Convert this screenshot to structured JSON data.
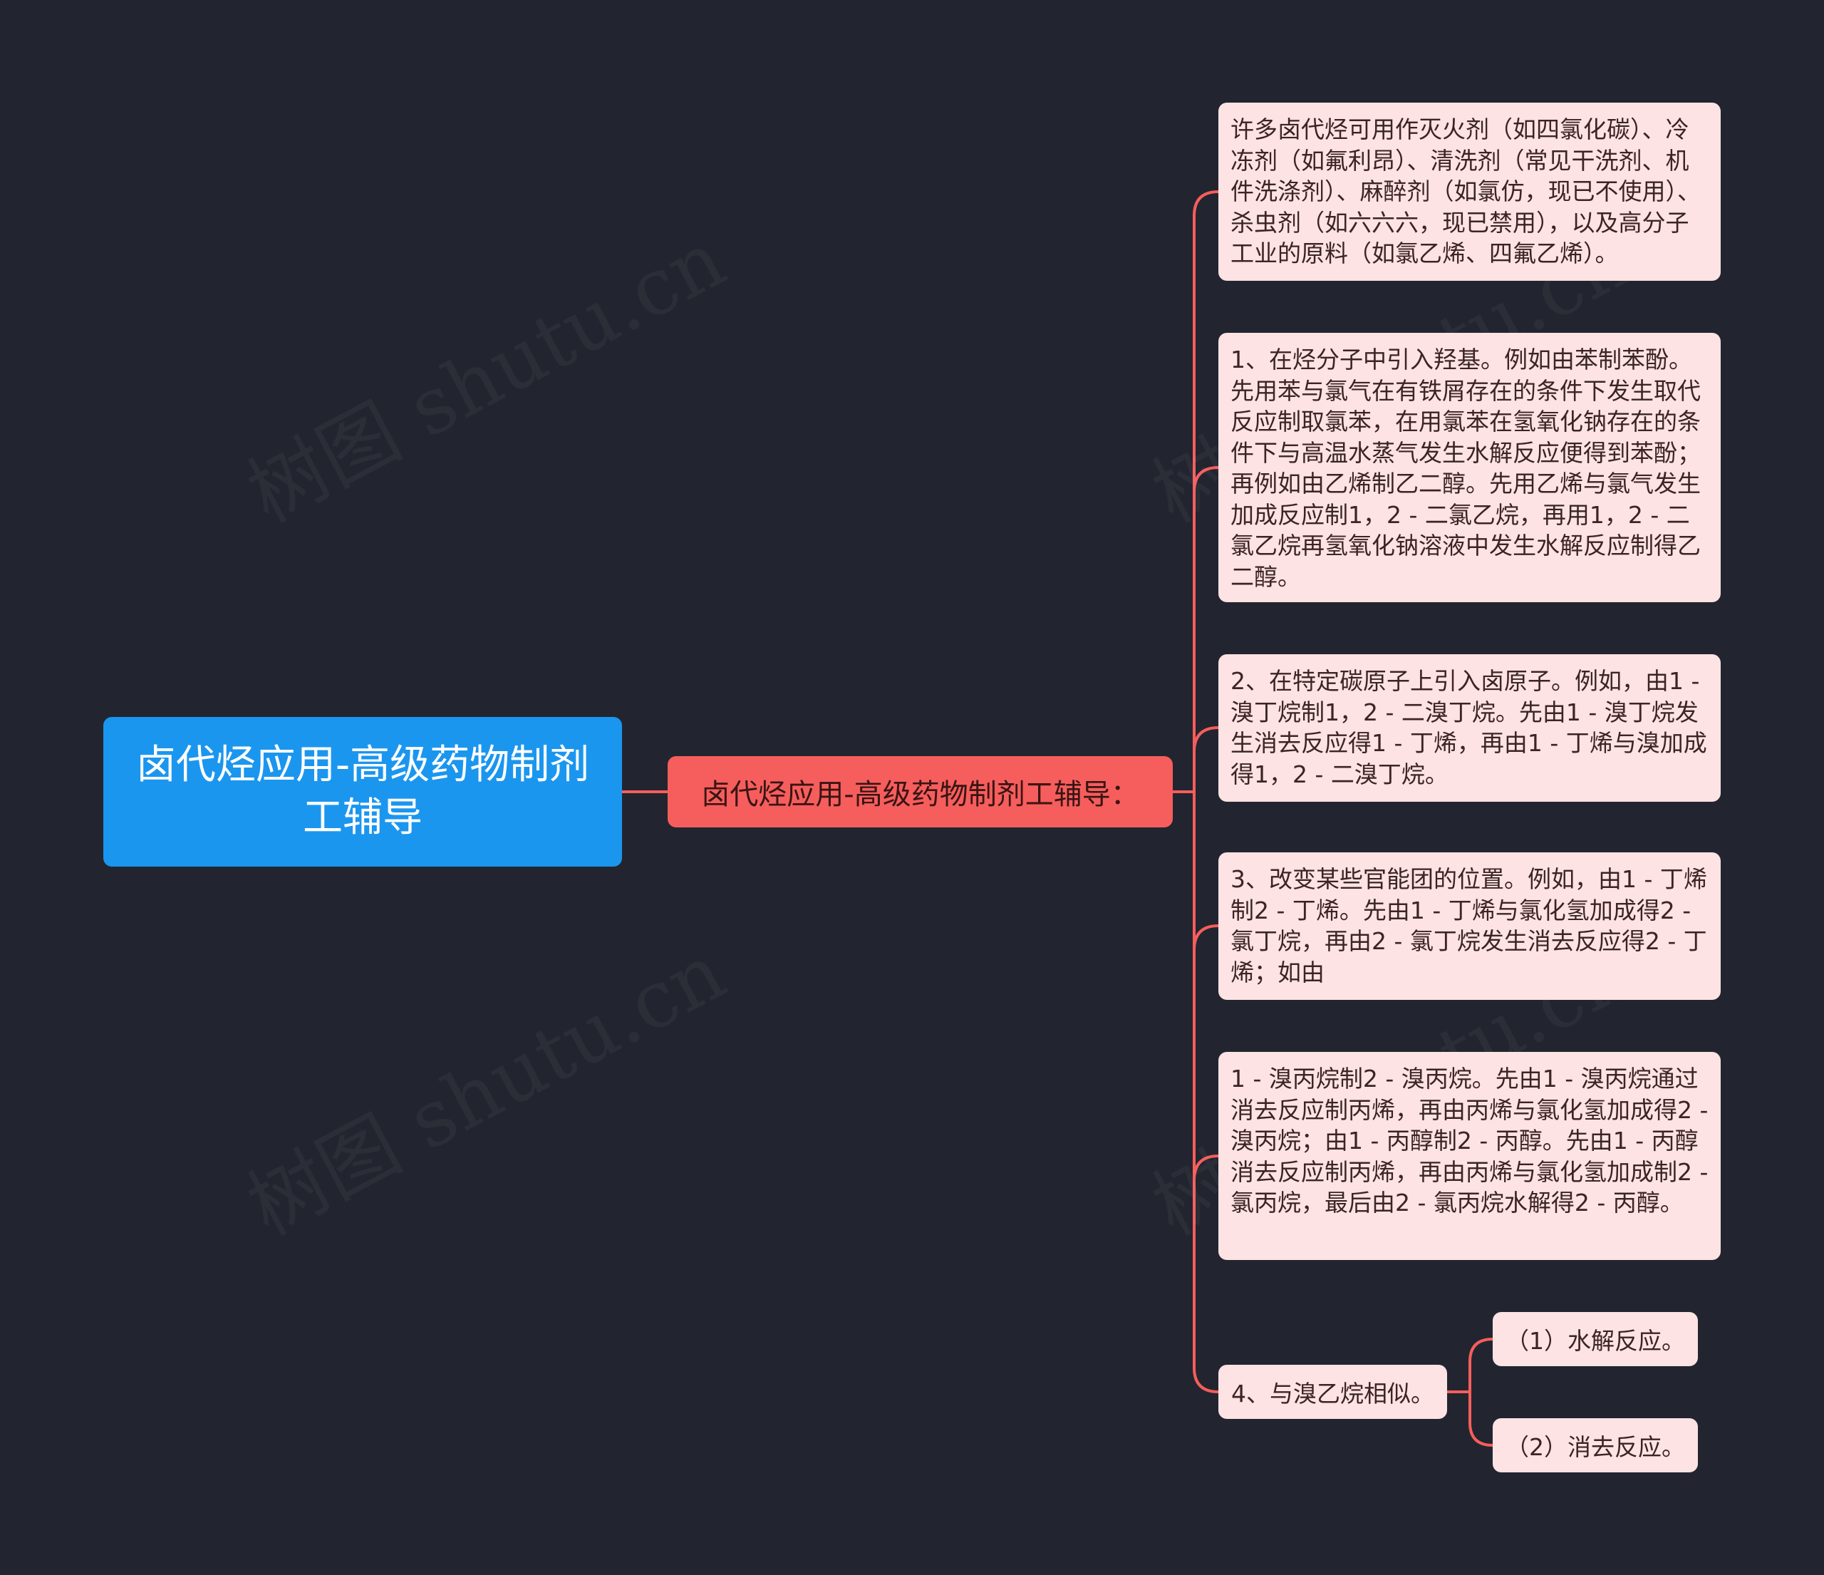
{
  "mindmap": {
    "root": {
      "label": "卤代烃应用-高级药物制剂工辅导"
    },
    "main": {
      "label": "卤代烃应用-高级药物制剂工辅导："
    },
    "leaves": [
      {
        "text": "许多卤代烃可用作灭火剂（如四氯化碳）、冷冻剂（如氟利昂）、清洗剂（常见干洗剂、机件洗涤剂）、麻醉剂（如氯仿，现已不使用）、杀虫剂（如六六六，现已禁用），以及高分子工业的原料（如氯乙烯、四氟乙烯）。"
      },
      {
        "text": "1、在烃分子中引入羟基。例如由苯制苯酚。先用苯与氯气在有铁屑存在的条件下发生取代反应制取氯苯，在用氯苯在氢氧化钠存在的条件下与高温水蒸气发生水解反应便得到苯酚；再例如由乙烯制乙二醇。先用乙烯与氯气发生加成反应制1，2 - 二氯乙烷，再用1，2 - 二氯乙烷再氢氧化钠溶液中发生水解反应制得乙二醇。"
      },
      {
        "text": "2、在特定碳原子上引入卤原子。例如，由1 - 溴丁烷制1，2 - 二溴丁烷。先由1 - 溴丁烷发生消去反应得1 - 丁烯，再由1 - 丁烯与溴加成得1，2 - 二溴丁烷。"
      },
      {
        "text": "3、改变某些官能团的位置。例如，由1 - 丁烯制2 - 丁烯。先由1 - 丁烯与氯化氢加成得2 - 氯丁烷，再由2 - 氯丁烷发生消去反应得2 - 丁烯；如由"
      },
      {
        "text": "1 - 溴丙烷制2 - 溴丙烷。先由1 - 溴丙烷通过消去反应制丙烯，再由丙烯与氯化氢加成得2 - 溴丙烷；由1 - 丙醇制2 - 丙醇。先由1 - 丙醇消去反应制丙烯，再由丙烯与氯化氢加成制2 - 氯丙烷，最后由2 - 氯丙烷水解得2 - 丙醇。"
      },
      {
        "text": "4、与溴乙烷相似。"
      }
    ],
    "subs": [
      {
        "text": "（1）水解反应。"
      },
      {
        "text": "（2）消去反应。"
      }
    ],
    "watermark": "树图 shutu.cn"
  },
  "colors": {
    "background": "#22252f",
    "root_fill": "#1b96ef",
    "main_fill": "#f55e5c",
    "leaf_fill": "#fde3e3",
    "connector": "#f55e5c"
  }
}
